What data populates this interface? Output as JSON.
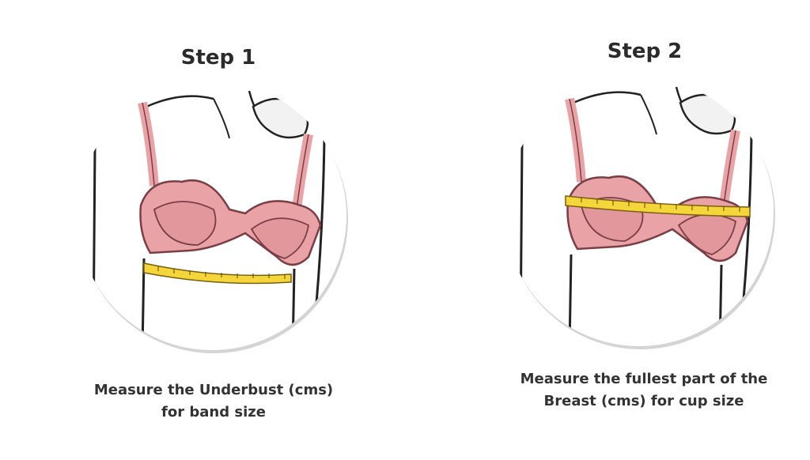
{
  "steps": [
    {
      "title": "Step 1",
      "caption_line1": "Measure the Underbust (cms)",
      "caption_line2": "for band size",
      "tape_position": "underbust"
    },
    {
      "title": "Step 2",
      "caption_line1": "Measure the fullest part of the",
      "caption_line2": "Breast (cms) for cup size",
      "tape_position": "fullest-bust"
    }
  ],
  "colors": {
    "bra": "#e9a3a6",
    "bra_outline": "#7a3e44",
    "tape": "#f5d63a",
    "circle_shadow": "#cfcfcf",
    "line": "#222222"
  }
}
